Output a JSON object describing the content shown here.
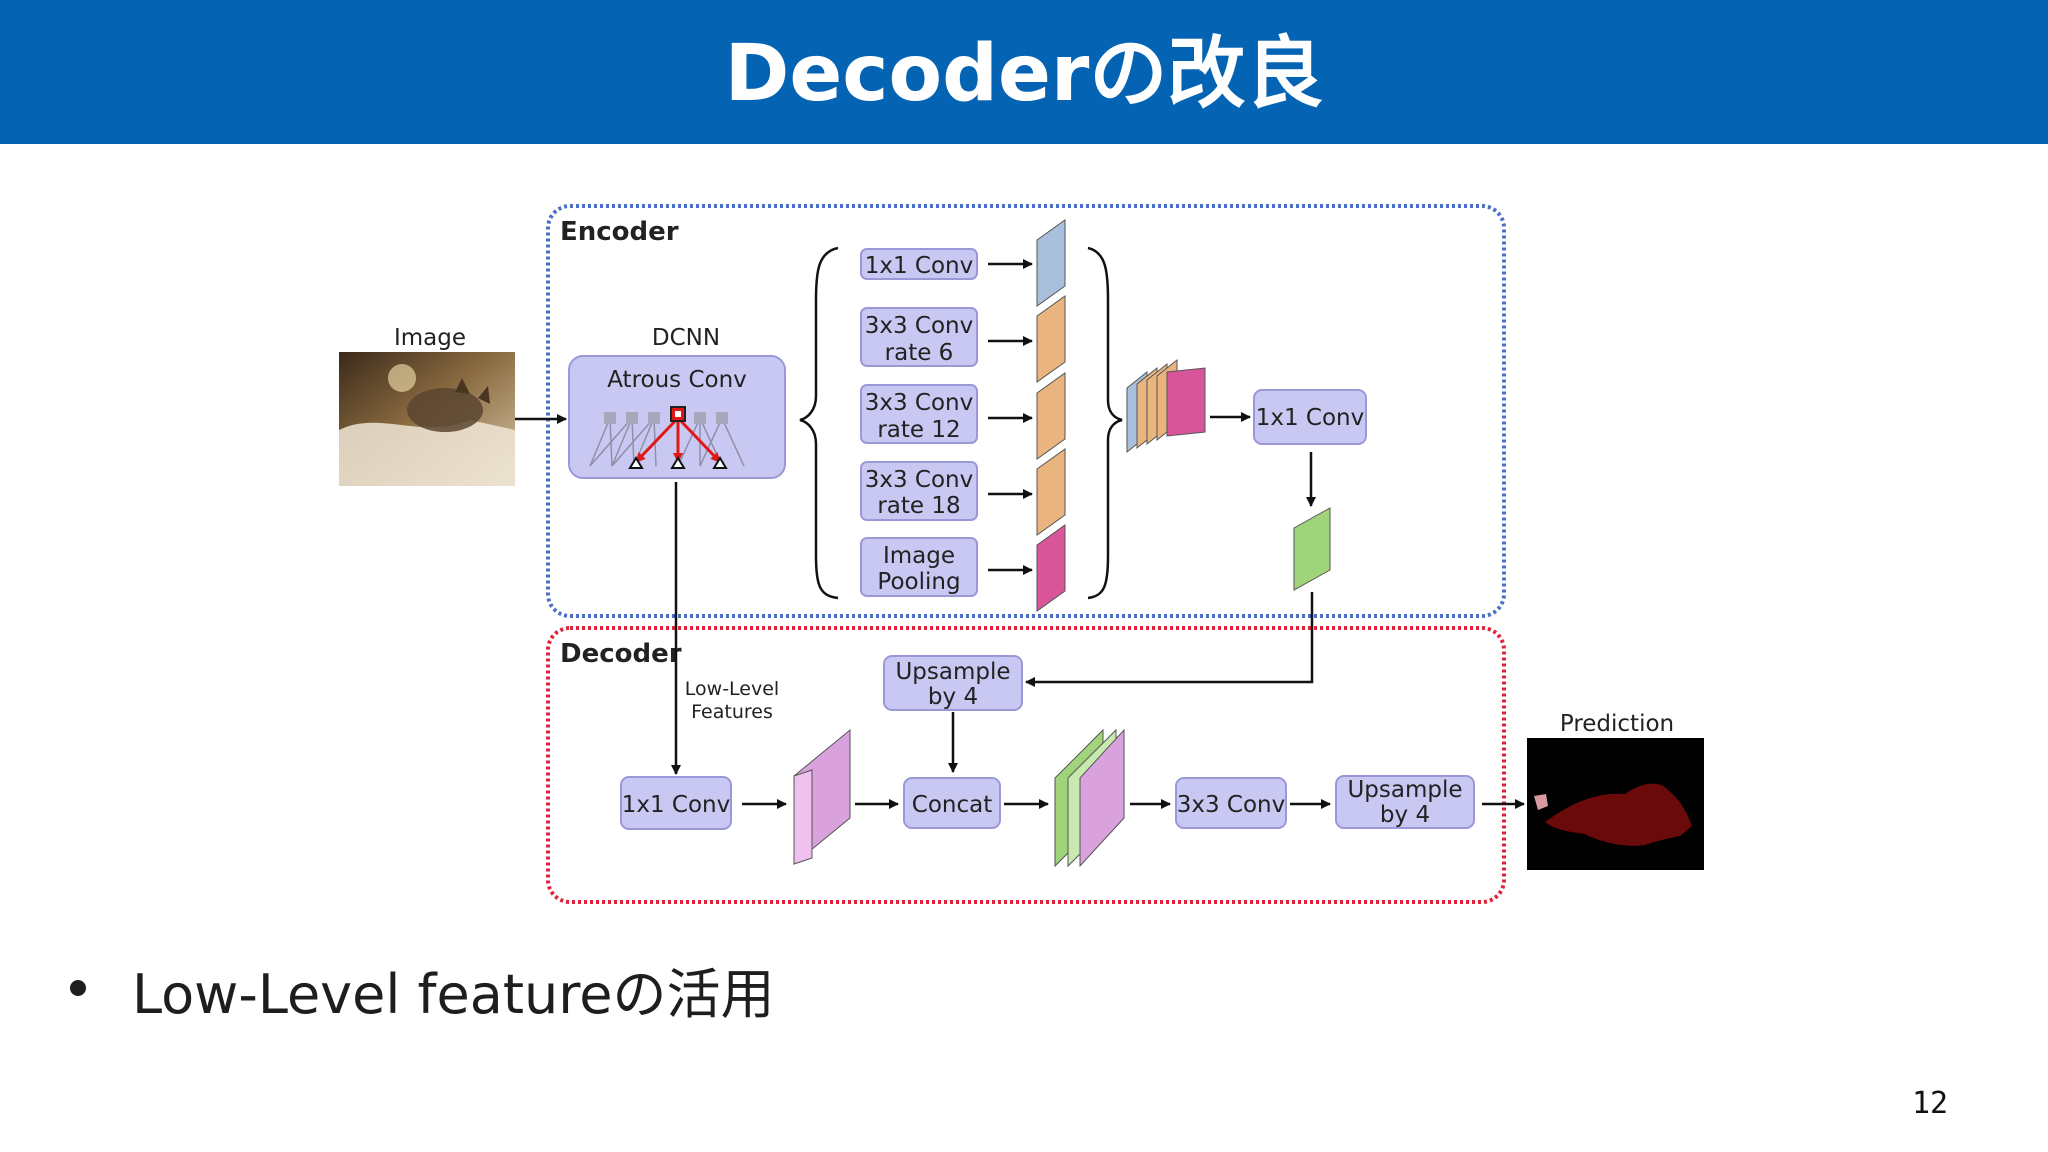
{
  "slide": {
    "title": "Decoderの改良",
    "bullet": "Low-Level featureの活用",
    "page_number": "12"
  },
  "diagram": {
    "encoder_label": "Encoder",
    "decoder_label": "Decoder",
    "image_label": "Image",
    "dcnn_label": "DCNN",
    "atrous_conv": "Atrous Conv",
    "branches": [
      {
        "line1": "1x1 Conv",
        "line2": ""
      },
      {
        "line1": "3x3 Conv",
        "line2": "rate 6"
      },
      {
        "line1": "3x3 Conv",
        "line2": "rate 12"
      },
      {
        "line1": "3x3 Conv",
        "line2": "rate 18"
      },
      {
        "line1": "Image",
        "line2": "Pooling"
      }
    ],
    "encoder_conv": "1x1 Conv",
    "low_level_1": "Low-Level",
    "low_level_2": "Features",
    "upsample_1": "Upsample",
    "upsample_2": "by 4",
    "decoder_conv1": "1x1 Conv",
    "concat": "Concat",
    "decoder_conv3": "3x3 Conv",
    "upsample_out_1": "Upsample",
    "upsample_out_2": "by 4",
    "prediction_label": "Prediction"
  },
  "colors": {
    "header": "#0563b3",
    "encoder_border": "#4a6fc4",
    "decoder_border": "#e0223a",
    "box_fill": "#c9c8f2",
    "feature_blue": "#a9c0dc",
    "feature_orange": "#e9b47e",
    "feature_pink": "#d9559a",
    "feature_green": "#9fd47a",
    "feature_violet": "#d9a2dc",
    "prediction_bg": "#000000",
    "prediction_mask": "#6b0a0a"
  }
}
